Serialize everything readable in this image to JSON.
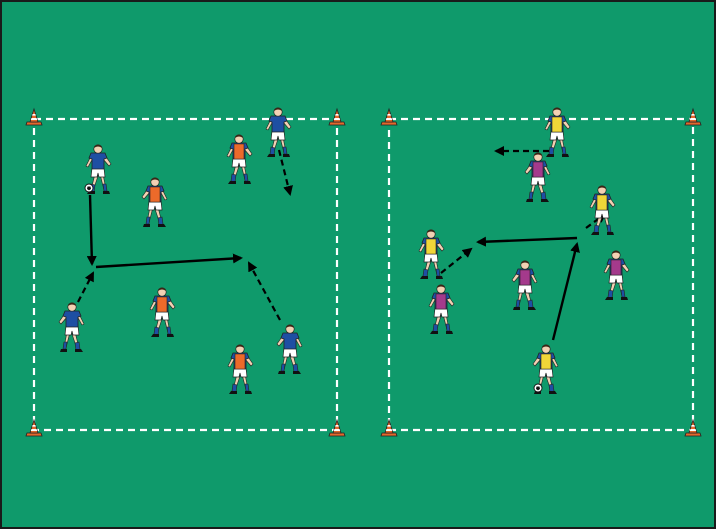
{
  "colors": {
    "pitch": "#0f9a6b",
    "frame": "#1a1a1a",
    "line": "#ffffff",
    "cone": "#e3682c",
    "arrow": "#000000"
  },
  "icons": {
    "cone": "training-cone-icon",
    "player": "player-figure-icon",
    "ball": "soccer-ball-icon"
  },
  "drills": [
    {
      "id": "drill-left",
      "players": [
        {
          "kit": "blue",
          "ball": true
        },
        {
          "kit": "orange-bib",
          "ball": false
        },
        {
          "kit": "orange-bib",
          "ball": false
        },
        {
          "kit": "blue",
          "ball": false
        },
        {
          "kit": "blue",
          "ball": false
        },
        {
          "kit": "orange-bib",
          "ball": false
        },
        {
          "kit": "orange-bib",
          "ball": false
        },
        {
          "kit": "blue",
          "ball": false
        }
      ],
      "passes": [
        {
          "type": "pass"
        },
        {
          "type": "pass"
        }
      ],
      "runs": [
        {
          "type": "run"
        },
        {
          "type": "run"
        },
        {
          "type": "run"
        }
      ]
    },
    {
      "id": "drill-right",
      "players": [
        {
          "kit": "yellow-bib",
          "ball": false
        },
        {
          "kit": "purple-bib",
          "ball": false
        },
        {
          "kit": "yellow-bib",
          "ball": false
        },
        {
          "kit": "yellow-bib",
          "ball": false
        },
        {
          "kit": "purple-bib",
          "ball": false
        },
        {
          "kit": "purple-bib",
          "ball": false
        },
        {
          "kit": "purple-bib",
          "ball": false
        },
        {
          "kit": "yellow-bib",
          "ball": true
        }
      ],
      "passes": [
        {
          "type": "pass"
        },
        {
          "type": "pass"
        }
      ],
      "runs": [
        {
          "type": "run"
        },
        {
          "type": "run"
        },
        {
          "type": "run"
        }
      ]
    }
  ]
}
